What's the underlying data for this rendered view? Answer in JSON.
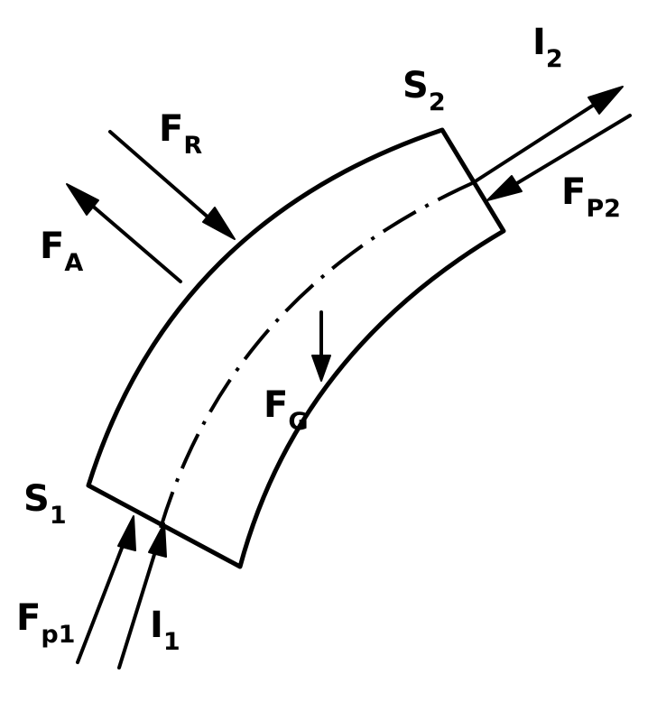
{
  "labels": {
    "force_r": {
      "main": "F",
      "sub": "R"
    },
    "force_a": {
      "main": "F",
      "sub": "A"
    },
    "force_g": {
      "main": "F",
      "sub": "G"
    },
    "force_p1": {
      "main": "F",
      "sub": "p1"
    },
    "force_p2": {
      "main": "F",
      "sub": "P2"
    },
    "section_1": {
      "main": "S",
      "sub": "1"
    },
    "section_2": {
      "main": "S",
      "sub": "2"
    },
    "impulse_1": {
      "main": "I",
      "sub": "1"
    },
    "impulse_2": {
      "main": "I",
      "sub": "2"
    }
  },
  "colors": {
    "ink": "#000000",
    "paper": "#ffffff"
  }
}
